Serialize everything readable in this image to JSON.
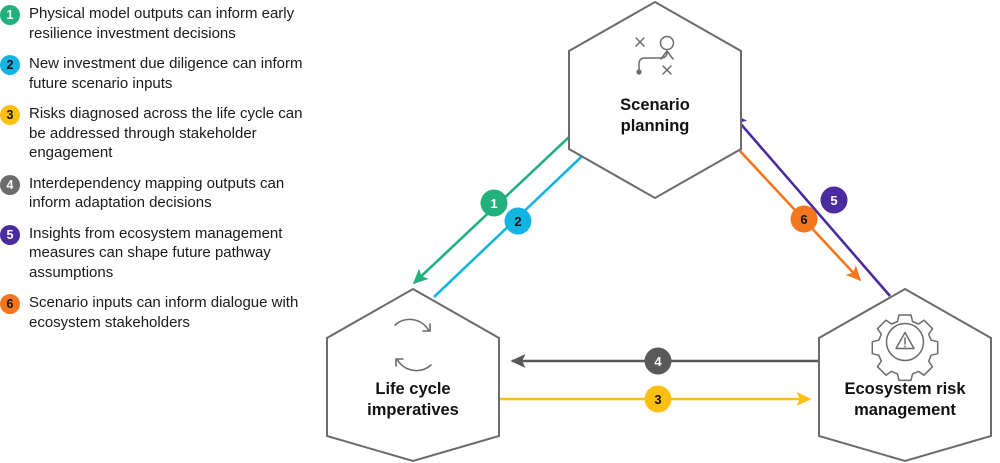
{
  "legend": {
    "items": [
      {
        "number": "1",
        "color": "#22b07d",
        "text_color": "#ffffff",
        "text": "Physical model outputs can inform early resilience investment decisions"
      },
      {
        "number": "2",
        "color": "#12b5e2",
        "text_color": "#111111",
        "text": "New investment due diligence can inform future scenario inputs"
      },
      {
        "number": "3",
        "color": "#fdc010",
        "text_color": "#111111",
        "text": "Risks diagnosed across the life cycle can be addressed through stakeholder engagement"
      },
      {
        "number": "4",
        "color": "#6b6b6b",
        "text_color": "#ffffff",
        "text": "Interdependency mapping outputs can inform adaptation decisions"
      },
      {
        "number": "5",
        "color": "#4b2ba0",
        "text_color": "#ffffff",
        "text": "Insights from ecosystem management measures can shape future pathway assumptions"
      },
      {
        "number": "6",
        "color": "#f4761f",
        "text_color": "#111111",
        "text": "Scenario inputs can inform dialogue with ecosystem stakeholders"
      }
    ]
  },
  "diagram": {
    "type": "cycle-diagram",
    "outline_color": "#6b6b6b",
    "nodes": [
      {
        "id": "scenario-planning",
        "label_line1": "Scenario",
        "label_line2": "planning",
        "icon": "strategy-playbook-icon"
      },
      {
        "id": "life-cycle-imperatives",
        "label_line1": "Life cycle",
        "label_line2": "imperatives",
        "icon": "cycle-refresh-icon"
      },
      {
        "id": "ecosystem-risk-management",
        "label_line1": "Ecosystem risk",
        "label_line2": "management",
        "icon": "gear-warning-icon"
      }
    ],
    "connectors": [
      {
        "number": "1",
        "color": "#22b07d",
        "badge_text_color": "#ffffff",
        "from": "scenario-planning",
        "to": "life-cycle-imperatives"
      },
      {
        "number": "2",
        "color": "#12b5e2",
        "badge_text_color": "#111111",
        "from": "life-cycle-imperatives",
        "to": "scenario-planning"
      },
      {
        "number": "3",
        "color": "#fdc010",
        "badge_text_color": "#111111",
        "from": "life-cycle-imperatives",
        "to": "ecosystem-risk-management"
      },
      {
        "number": "4",
        "color": "#595959",
        "badge_text_color": "#ffffff",
        "from": "ecosystem-risk-management",
        "to": "life-cycle-imperatives"
      },
      {
        "number": "5",
        "color": "#4b2ba0",
        "badge_text_color": "#ffffff",
        "from": "ecosystem-risk-management",
        "to": "scenario-planning"
      },
      {
        "number": "6",
        "color": "#f4761f",
        "badge_text_color": "#111111",
        "from": "scenario-planning",
        "to": "ecosystem-risk-management"
      }
    ]
  }
}
